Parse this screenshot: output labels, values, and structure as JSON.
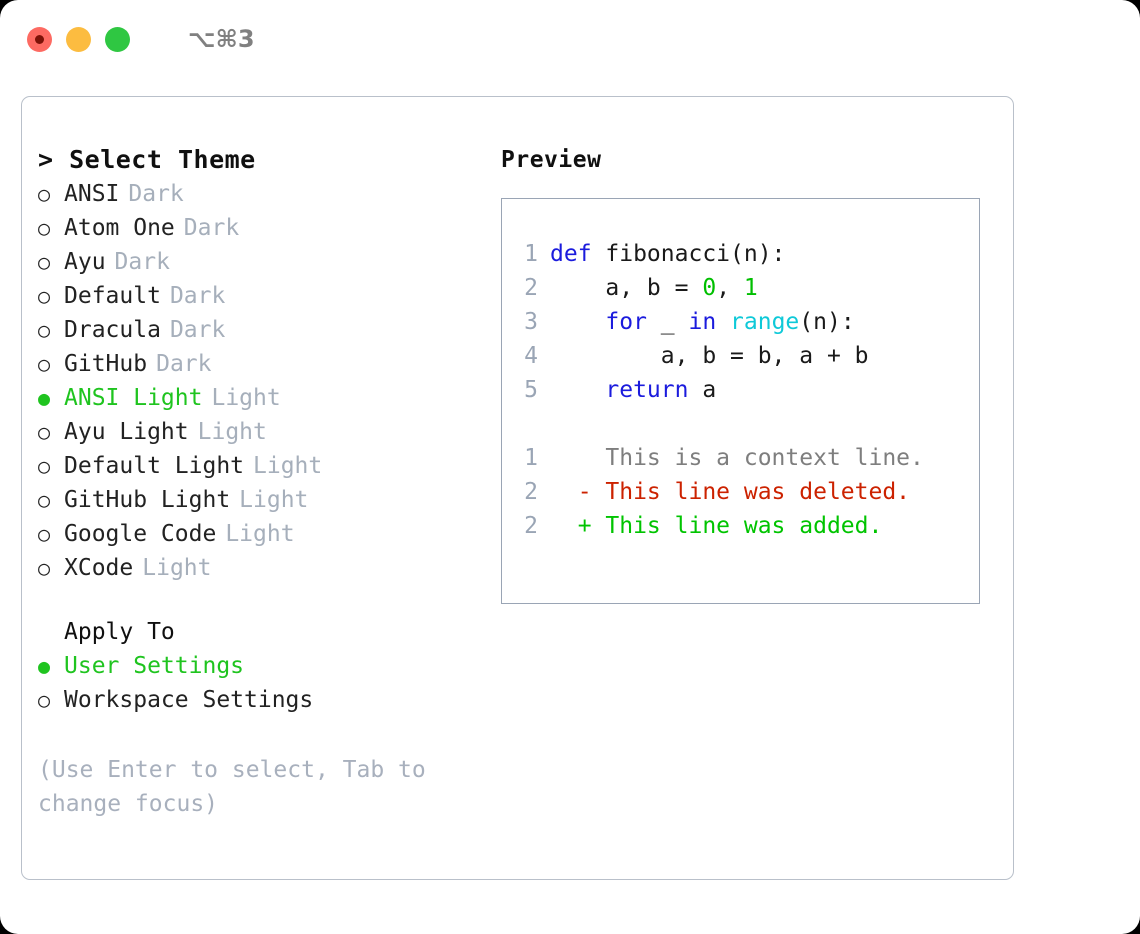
{
  "titlebar": {
    "traffic_lights": [
      {
        "name": "close-button",
        "color": "#fd6a62"
      },
      {
        "name": "minimize-button",
        "color": "#fcbc40"
      },
      {
        "name": "maximize-button",
        "color": "#2fc742"
      }
    ],
    "shortcut": "⌥⌘3"
  },
  "theme_picker": {
    "heading": "> Select Theme",
    "selected_bullet": "●",
    "unselected_bullet": "○",
    "accent_color": "#1fc41f",
    "themes": [
      {
        "name": "ANSI",
        "variant": "Dark",
        "selected": false
      },
      {
        "name": "Atom One",
        "variant": "Dark",
        "selected": false
      },
      {
        "name": "Ayu",
        "variant": "Dark",
        "selected": false
      },
      {
        "name": "Default",
        "variant": "Dark",
        "selected": false
      },
      {
        "name": "Dracula",
        "variant": "Dark",
        "selected": false
      },
      {
        "name": "GitHub",
        "variant": "Dark",
        "selected": false
      },
      {
        "name": "ANSI Light",
        "variant": "Light",
        "selected": true
      },
      {
        "name": "Ayu Light",
        "variant": "Light",
        "selected": false
      },
      {
        "name": "Default Light",
        "variant": "Light",
        "selected": false
      },
      {
        "name": "GitHub Light",
        "variant": "Light",
        "selected": false
      },
      {
        "name": "Google Code",
        "variant": "Light",
        "selected": false
      },
      {
        "name": "XCode",
        "variant": "Light",
        "selected": false
      }
    ]
  },
  "apply_to": {
    "heading": "Apply To",
    "options": [
      {
        "label": "User Settings",
        "selected": true
      },
      {
        "label": "Workspace Settings",
        "selected": false
      }
    ]
  },
  "hint": "(Use Enter to select, Tab to change focus)",
  "preview": {
    "title": "Preview",
    "code": [
      {
        "ln": "1",
        "tokens": [
          {
            "t": "def",
            "c": "kw"
          },
          {
            "t": " fibonacci(n):",
            "c": "pl"
          }
        ]
      },
      {
        "ln": "2",
        "tokens": [
          {
            "t": "    a, b = ",
            "c": "pl"
          },
          {
            "t": "0",
            "c": "num"
          },
          {
            "t": ", ",
            "c": "pl"
          },
          {
            "t": "1",
            "c": "num"
          }
        ]
      },
      {
        "ln": "3",
        "tokens": [
          {
            "t": "    ",
            "c": "pl"
          },
          {
            "t": "for",
            "c": "kw"
          },
          {
            "t": " _ ",
            "c": "pl"
          },
          {
            "t": "in",
            "c": "kw"
          },
          {
            "t": " ",
            "c": "pl"
          },
          {
            "t": "range",
            "c": "fn"
          },
          {
            "t": "(n):",
            "c": "pl"
          }
        ]
      },
      {
        "ln": "4",
        "tokens": [
          {
            "t": "        a, b = b, a + b",
            "c": "pl"
          }
        ]
      },
      {
        "ln": "5",
        "tokens": [
          {
            "t": "    ",
            "c": "pl"
          },
          {
            "t": "return",
            "c": "kw"
          },
          {
            "t": " a",
            "c": "pl"
          }
        ]
      }
    ],
    "diff": [
      {
        "ln": "1",
        "marker": " ",
        "text": " This is a context line.",
        "kind": "ctx"
      },
      {
        "ln": "2",
        "marker": "-",
        "text": " This line was deleted.",
        "kind": "del"
      },
      {
        "ln": "2",
        "marker": "+",
        "text": " This line was added.",
        "kind": "add"
      }
    ]
  }
}
